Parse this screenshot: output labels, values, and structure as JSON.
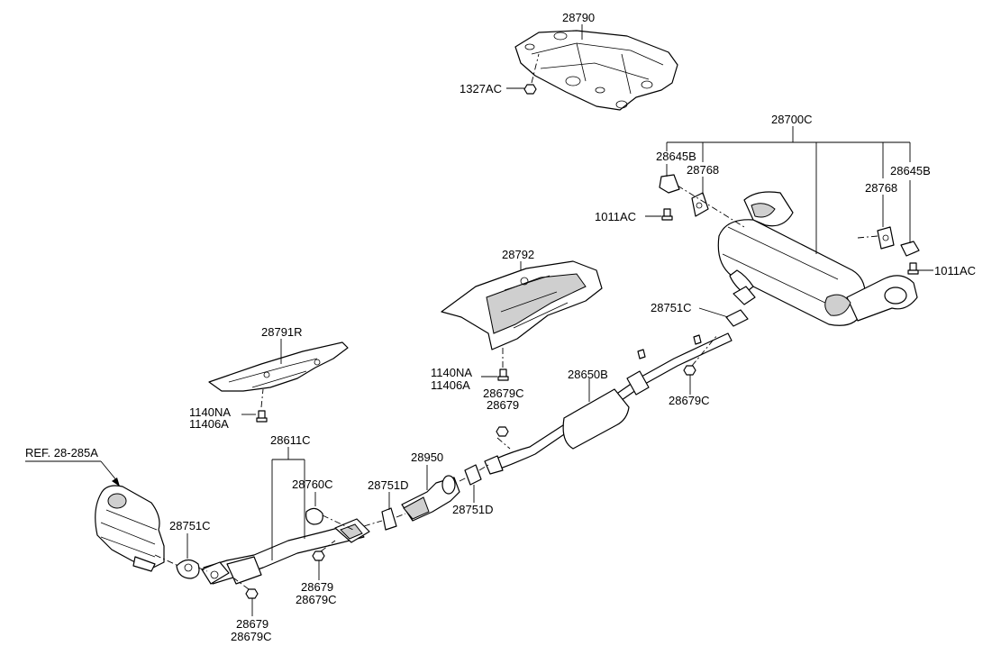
{
  "diagram": {
    "ref_label": "REF. 28-285A",
    "labels": {
      "p28790": "28790",
      "p1327ac": "1327AC",
      "p28700c": "28700C",
      "p28645b_left": "28645B",
      "p28768_left": "28768",
      "p1011ac_left": "1011AC",
      "p28768_right": "28768",
      "p28645b_right": "28645B",
      "p1011ac_right": "1011AC",
      "p28792": "28792",
      "p28751c_right": "28751C",
      "p28791r": "28791R",
      "p1140na_mid": "1140NA",
      "p11406a_mid": "11406A",
      "p28679c_mid": "28679C",
      "p28679_mid": "28679",
      "p28650b": "28650B",
      "p28679c_right": "28679C",
      "p1140na_left": "1140NA",
      "p11406a_left": "11406A",
      "p28611c": "28611C",
      "p28950": "28950",
      "p28760c": "28760C",
      "p28751d_left": "28751D",
      "p28751d_right": "28751D",
      "p28751c_left": "28751C",
      "p28679_low": "28679",
      "p28679c_low": "28679C",
      "p28679_bottom": "28679",
      "p28679c_bottom": "28679C"
    }
  }
}
